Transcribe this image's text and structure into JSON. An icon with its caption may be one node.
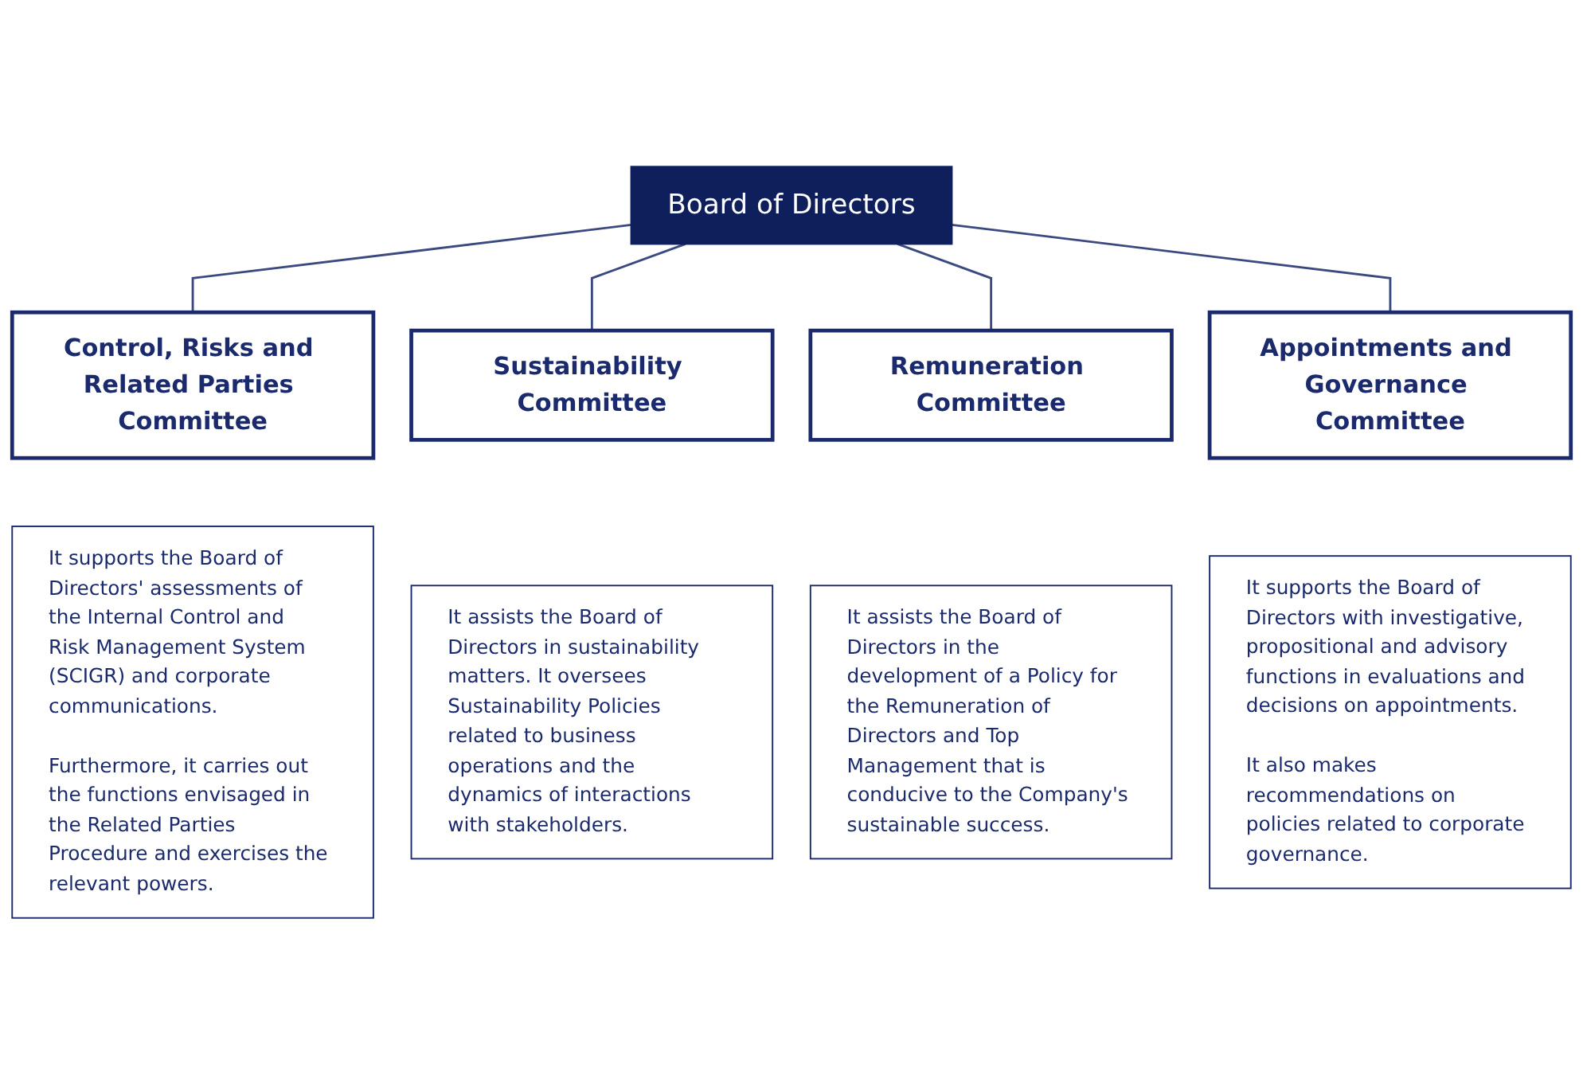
{
  "diagram": {
    "nodes": [
      {
        "text": [
          "Board of Directors"
        ]
      },
      {
        "text": [
          "Control, Risks and Related Parties Committee"
        ]
      },
      {
        "text": [
          "Sustainability Committee"
        ]
      },
      {
        "text": [
          "Remuneration Committee"
        ]
      },
      {
        "text": [
          "Appointments and Governance Committee"
        ]
      },
      {
        "text": [
          "It supports the Board of Directors' assessments of the Internal Control and Risk Management System (SCIGR) and corporate communications.",
          "Furthermore, it carries out the functions envisaged in the Related Parties Procedure and exercises the relevant powers."
        ]
      },
      {
        "text": [
          "It assists the Board of Directors in sustainability matters. It oversees Sustainability Policies related to business operations and the dynamics of interactions with stakeholders."
        ]
      },
      {
        "text": [
          "It assists the Board of Directors in the development of a Policy for the Remuneration of Directors and Top Management that is conducive to the Company's sustainable success."
        ]
      },
      {
        "text": [
          "It supports the Board of Directors with investigative, propositional and advisory functions in evaluations and decisions on appointments.",
          "It also makes recommendations on policies related to corporate governance."
        ]
      }
    ],
    "edges": [
      {
        "from": 0,
        "to": 1,
        "arrow": "none"
      },
      {
        "from": 0,
        "to": 2,
        "arrow": "none"
      },
      {
        "from": 0,
        "to": 3,
        "arrow": "none"
      },
      {
        "from": 0,
        "to": 4,
        "arrow": "none"
      }
    ]
  }
}
